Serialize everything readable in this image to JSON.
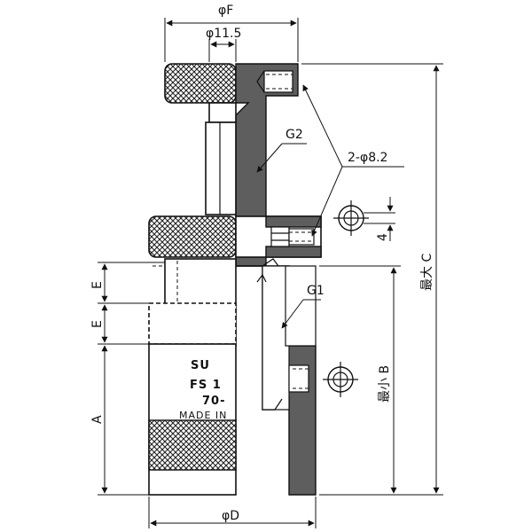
{
  "dimensions": {
    "phi_f": "φF",
    "phi_11_5": "φ11.5",
    "g2": "G2",
    "two_phi_8_2": "2-φ8.2",
    "four": "4",
    "max_c": "最大 C",
    "e_top": "E",
    "e_bottom": "E",
    "g1": "G1",
    "min_b": "最小 B",
    "a": "A",
    "phi_d": "φD"
  },
  "part_marking": {
    "logo": "SU",
    "model": "FS 1",
    "code": "70-",
    "origin": "MADE IN"
  },
  "colors": {
    "section_fill": "#5e5e5e",
    "knurl_pattern": "#222222",
    "line": "#111111"
  }
}
